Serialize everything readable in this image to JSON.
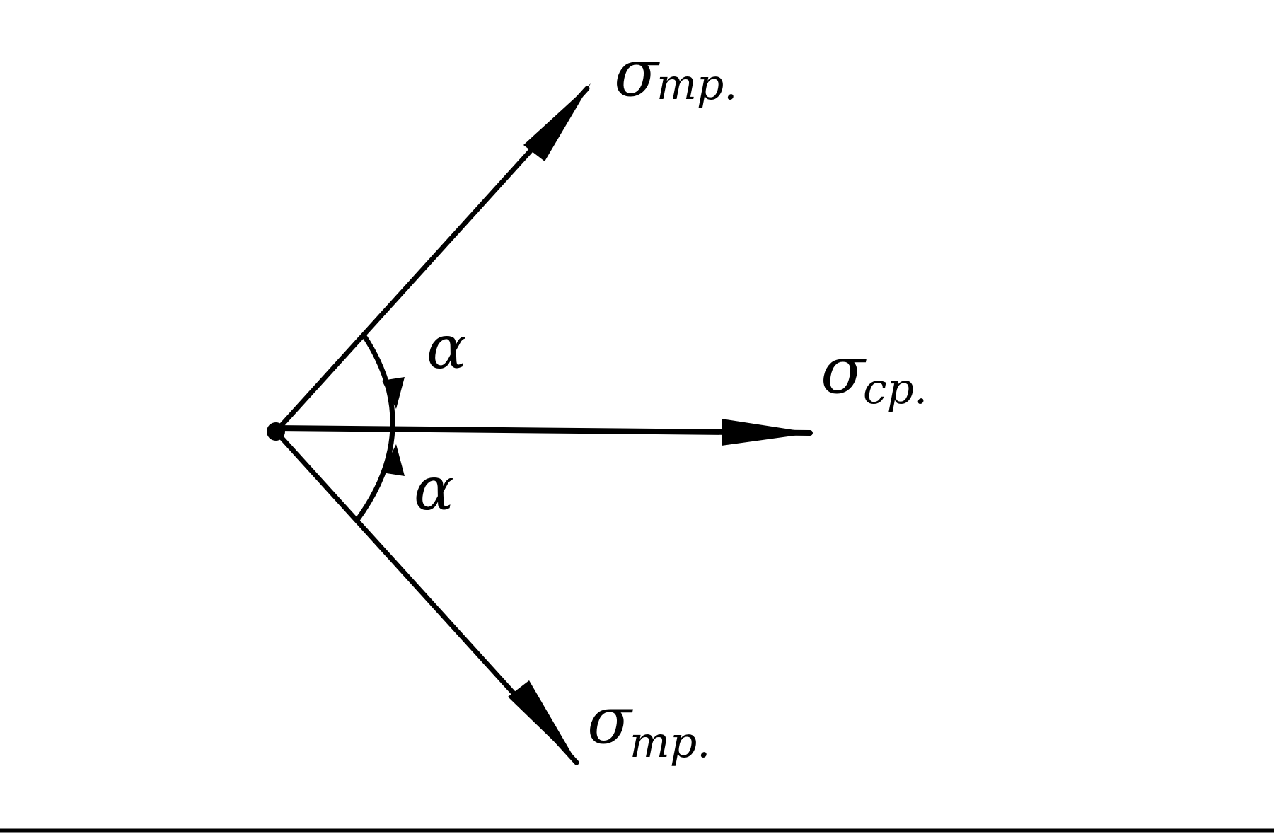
{
  "diagram": {
    "vectors": {
      "upper": {
        "symbol": "σ",
        "subscript": "тр."
      },
      "middle": {
        "symbol": "σ",
        "subscript": "ср."
      },
      "lower": {
        "symbol": "σ",
        "subscript": "тр."
      }
    },
    "angles": {
      "upper": "α",
      "lower": "α"
    }
  },
  "colors": {
    "ink": "#000000",
    "background": "#ffffff"
  }
}
